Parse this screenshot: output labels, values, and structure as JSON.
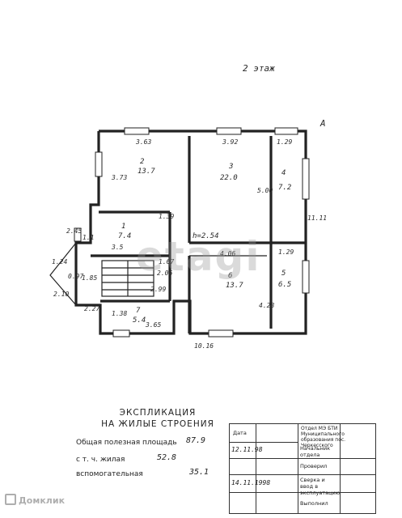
{
  "floor_label": "2 этаж",
  "axis_letter": "А",
  "height_label": "h=2.54",
  "rooms": [
    {
      "num": "2",
      "area": "13.7"
    },
    {
      "num": "3",
      "area": "22.0"
    },
    {
      "num": "4",
      "area": "7.2"
    },
    {
      "num": "1",
      "area": "7.4"
    },
    {
      "num": "6",
      "area": "13.7"
    },
    {
      "num": "5",
      "area": "6.5"
    },
    {
      "num": "7",
      "area": "5.4"
    }
  ],
  "dimensions": {
    "d1": "3.63",
    "d2": "3.92",
    "d3": "1.29",
    "d4": "3.73",
    "d5": "5.00",
    "d6": "11.11",
    "d7": "1.39",
    "d8": "2.45",
    "d9": "1.1",
    "d10": "3.5",
    "d11": "1.67",
    "d12": "1.85",
    "d13": "2.99",
    "d14": "2.27",
    "d15": "1.38",
    "d16": "3.65",
    "d17": "10.16",
    "d18": "4.06",
    "d19": "1.29",
    "d20": "4.28",
    "d21": "2.06",
    "d22": "1.24",
    "d23": "0.97",
    "d24": "2.10"
  },
  "explication": {
    "title_line1": "ЭКСПЛИКАЦИЯ",
    "title_line2": "НА ЖИЛЫЕ СТРОЕНИЯ",
    "total_label": "Общая полезная площадь",
    "total_value": "87.9",
    "living_label": "с т. ч. жилая",
    "living_value": "52.8",
    "aux_label": "вспомогательная",
    "aux_value": "35.1"
  },
  "stamp": {
    "date_header": "Дата",
    "org_text": "Отдел МЭ БТИ Муниципального образования пос. Черкесского",
    "row1_date": "12.11.98",
    "row1_label": "Начальник отдела",
    "row2_label": "Проверил",
    "row3_date": "14.11.1998",
    "row3_label": "Сверка и ввод в эксплуатацию",
    "row4_label": "Выполнил"
  },
  "watermark": "etagi",
  "logo_text": "Домклик"
}
